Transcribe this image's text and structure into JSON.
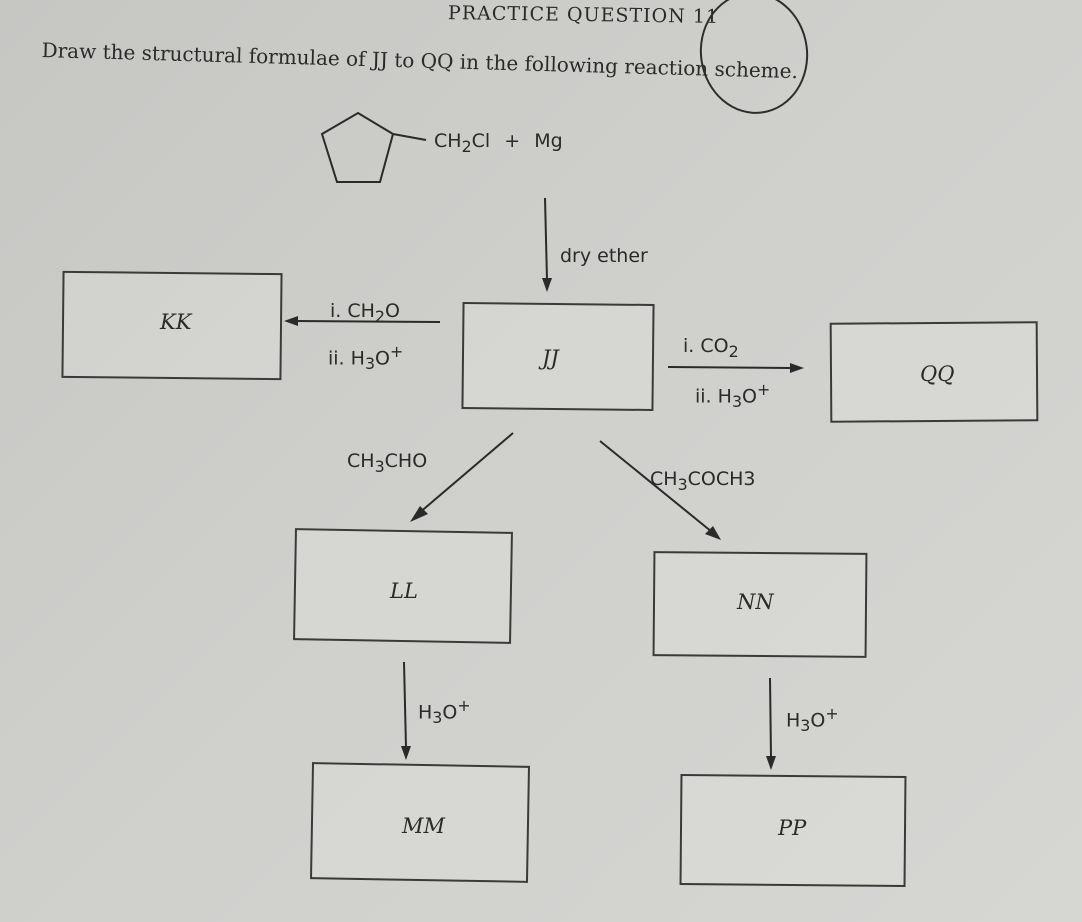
{
  "heading": "PRACTICE QUESTION 11",
  "instruction": "Draw the structural formulae of JJ to QQ in the following reaction scheme.",
  "start": {
    "group": "CH",
    "sub": "2",
    "tail": "Cl",
    "plus": "+",
    "metal": "Mg"
  },
  "reagents": {
    "dry_ether": "dry ether",
    "kk_step1_prefix": "i. CH",
    "kk_step1_sub": "2",
    "kk_step1_tail": "O",
    "kk_step2_prefix": "ii. H",
    "kk_step2_sub": "3",
    "kk_step2_tail": "O",
    "kk_step2_sup": "+",
    "qq_step1_prefix": "i. CO",
    "qq_step1_sub": "2",
    "qq_step2_prefix": "ii. H",
    "qq_step2_sub": "3",
    "qq_step2_tail": "O",
    "qq_step2_sup": "+",
    "ll_prefix": "CH",
    "ll_sub": "3",
    "ll_tail": "CHO",
    "nn_prefix": "CH",
    "nn_sub": "3",
    "nn_tail": "COCH3",
    "mm_prefix": "H",
    "mm_sub": "3",
    "mm_tail": "O",
    "mm_sup": "+",
    "pp_prefix": "H",
    "pp_sub": "3",
    "pp_tail": "O",
    "pp_sup": "+"
  },
  "boxes": {
    "kk": "KK",
    "jj": "JJ",
    "qq": "QQ",
    "ll": "LL",
    "nn": "NN",
    "mm": "MM",
    "pp": "PP"
  }
}
